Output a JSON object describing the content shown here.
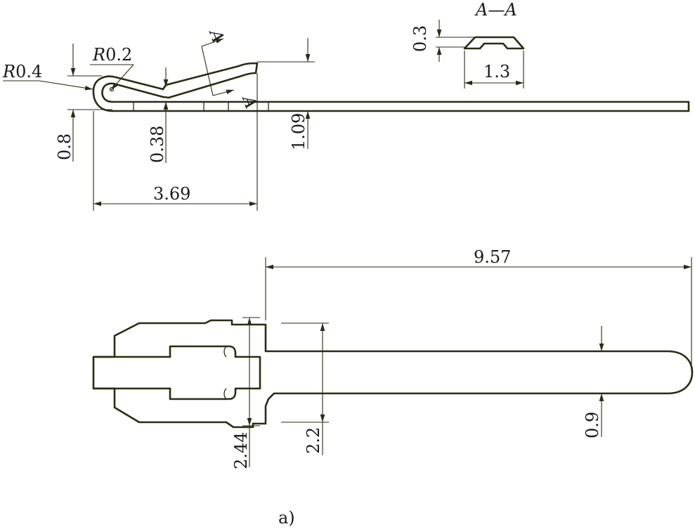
{
  "figure_label": "a)",
  "section": {
    "title": "A—A",
    "cut_letter": "A"
  },
  "side_view": {
    "radius_outer": {
      "letter": "R",
      "value": "0.4"
    },
    "radius_inner": {
      "letter": "R",
      "value": "0.2"
    },
    "dim_height_base": "0.8",
    "dim_gap": "0.38",
    "dim_height_total": "1.09",
    "dim_length": "3.69"
  },
  "section_view": {
    "dim_thickness": "0.3",
    "dim_width": "1.3"
  },
  "plan_view": {
    "dim_length": "9.57",
    "dim_width_head": "2.44",
    "dim_width_neck": "2.2",
    "dim_width_blade": "0.9"
  }
}
